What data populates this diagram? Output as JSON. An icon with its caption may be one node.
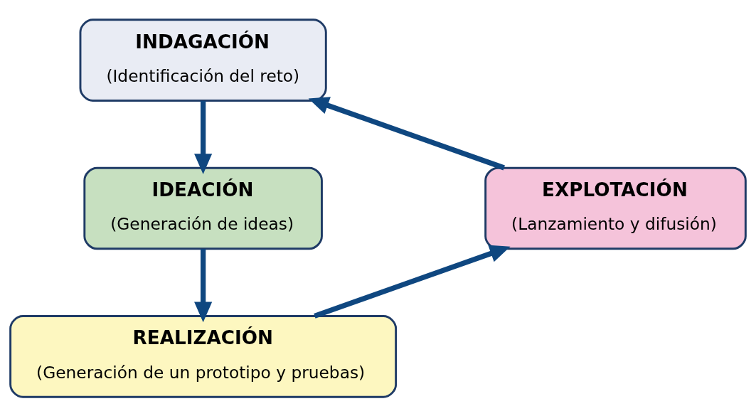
{
  "diagram": {
    "nodes": [
      {
        "text": [
          "INDAGACIÓN",
          "(Identificación del reto)"
        ]
      },
      {
        "text": [
          "IDEACIÓN",
          "(Generación de ideas)"
        ]
      },
      {
        "text": [
          "REALIZACIÓN",
          "(Generación de un prototipo y pruebas)"
        ]
      },
      {
        "text": [
          "EXPLOTACIÓN",
          "(Lanzamiento y difusión)"
        ]
      }
    ],
    "edges": [
      {
        "from": 0,
        "to": 1,
        "arrow": "to"
      },
      {
        "from": 1,
        "to": 2,
        "arrow": "to"
      },
      {
        "from": 2,
        "to": 3,
        "arrow": "to"
      },
      {
        "from": 3,
        "to": 0,
        "arrow": "to"
      }
    ]
  }
}
